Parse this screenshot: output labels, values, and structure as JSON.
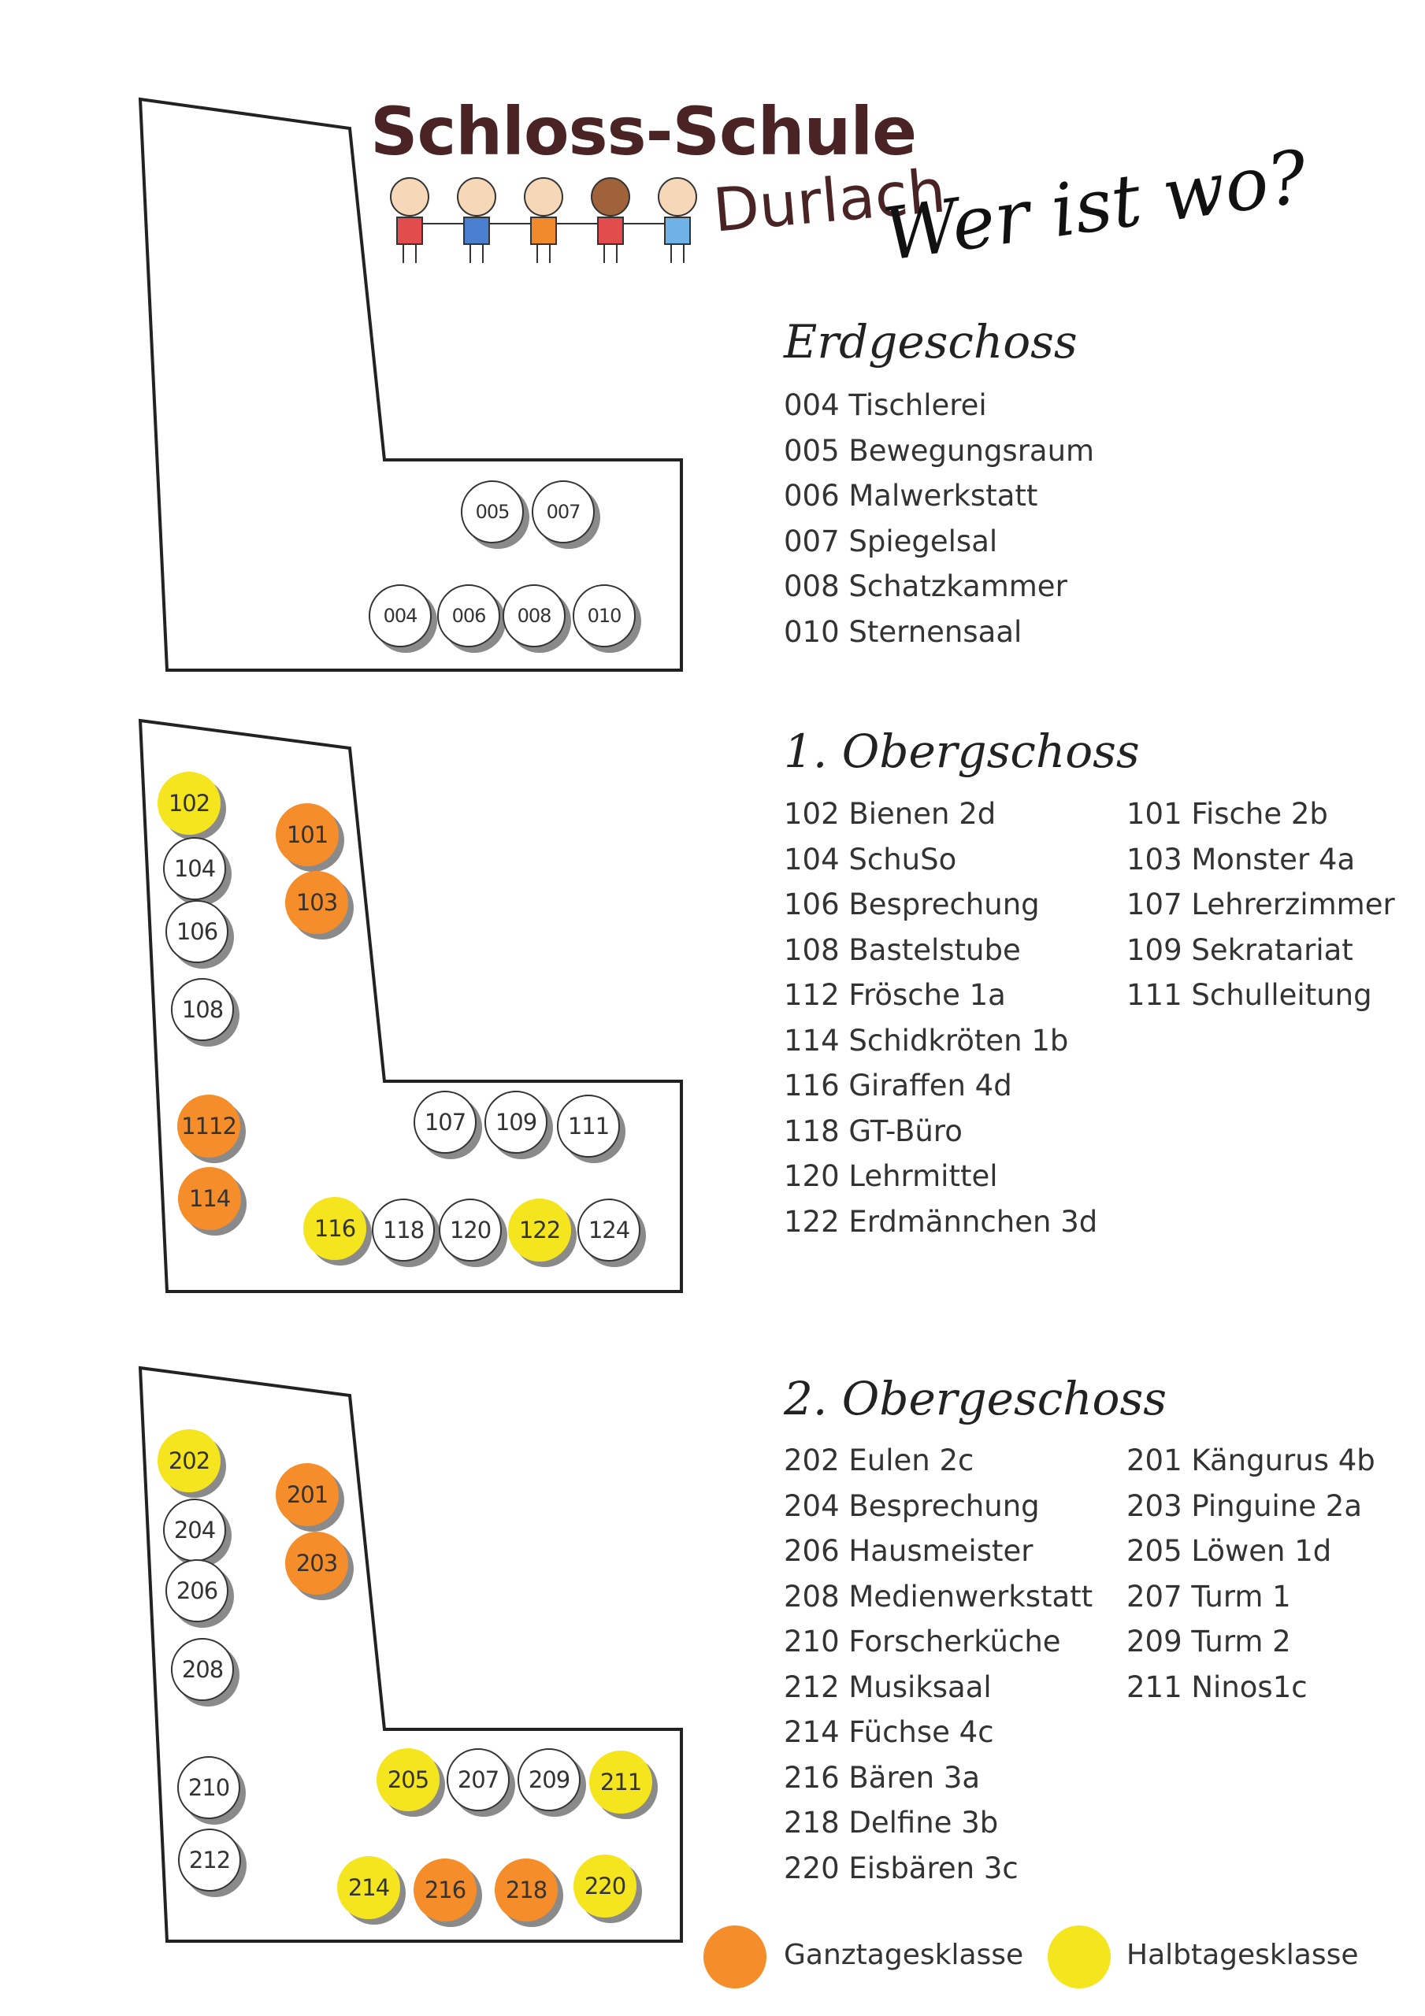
{
  "logo": {
    "title": "Schloss-Schule",
    "subtitle": "Durlach"
  },
  "headline": "Wer ist wo?",
  "colors": {
    "ganztag": "#f58d2a",
    "halbtag": "#f5e51f",
    "ink": "#222222"
  },
  "floors": [
    {
      "title": "Erdgeschoss",
      "list_left": [
        "004 Tischlerei",
        "005 Bewegungsraum",
        "006 Malwerkstatt",
        "007 Spiegelsal",
        "008 Schatzkammer",
        "010 Sternensaal"
      ],
      "list_right": [],
      "rooms": [
        {
          "n": "005",
          "t": "none"
        },
        {
          "n": "007",
          "t": "none"
        },
        {
          "n": "004",
          "t": "none"
        },
        {
          "n": "006",
          "t": "none"
        },
        {
          "n": "008",
          "t": "none"
        },
        {
          "n": "010",
          "t": "none"
        }
      ]
    },
    {
      "title": "1. Obergschoss",
      "list_left": [
        "102 Bienen 2d",
        "104 SchuSo",
        "106 Besprechung",
        "108 Bastelstube",
        "112 Frösche 1a",
        "114 Schidkröten 1b",
        "116 Giraffen 4d",
        "118 GT-Büro",
        "120 Lehrmittel",
        "122 Erdmännchen 3d"
      ],
      "list_right": [
        "101 Fische 2b",
        "103 Monster 4a",
        "107 Lehrerzimmer",
        "109 Sekratariat",
        "111 Schulleitung"
      ],
      "rooms": [
        {
          "n": "102",
          "t": "ht"
        },
        {
          "n": "104",
          "t": "none"
        },
        {
          "n": "106",
          "t": "none"
        },
        {
          "n": "108",
          "t": "none"
        },
        {
          "n": "101",
          "t": "gt"
        },
        {
          "n": "103",
          "t": "gt"
        },
        {
          "n": "1112",
          "t": "gt"
        },
        {
          "n": "114",
          "t": "gt"
        },
        {
          "n": "107",
          "t": "none"
        },
        {
          "n": "109",
          "t": "none"
        },
        {
          "n": "111",
          "t": "none"
        },
        {
          "n": "116",
          "t": "ht"
        },
        {
          "n": "118",
          "t": "none"
        },
        {
          "n": "120",
          "t": "none"
        },
        {
          "n": "122",
          "t": "ht"
        },
        {
          "n": "124",
          "t": "none"
        }
      ]
    },
    {
      "title": "2. Obergeschoss",
      "list_left": [
        "202 Eulen 2c",
        "204 Besprechung",
        "206 Hausmeister",
        "208 Medienwerkstatt",
        "210 Forscherküche",
        "212 Musiksaal",
        "214 Füchse 4c",
        "216 Bären 3a",
        "218 Delfine 3b",
        "220 Eisbären 3c"
      ],
      "list_right": [
        "201 Kängurus 4b",
        "203 Pinguine 2a",
        "205 Löwen 1d",
        "207 Turm 1",
        "209 Turm 2",
        "211 Ninos1c"
      ],
      "rooms": [
        {
          "n": "202",
          "t": "ht"
        },
        {
          "n": "204",
          "t": "none"
        },
        {
          "n": "206",
          "t": "none"
        },
        {
          "n": "208",
          "t": "none"
        },
        {
          "n": "201",
          "t": "gt"
        },
        {
          "n": "203",
          "t": "gt"
        },
        {
          "n": "210",
          "t": "none"
        },
        {
          "n": "212",
          "t": "none"
        },
        {
          "n": "205",
          "t": "ht"
        },
        {
          "n": "207",
          "t": "none"
        },
        {
          "n": "209",
          "t": "none"
        },
        {
          "n": "211",
          "t": "ht"
        },
        {
          "n": "214",
          "t": "ht"
        },
        {
          "n": "216",
          "t": "gt"
        },
        {
          "n": "218",
          "t": "gt"
        },
        {
          "n": "220",
          "t": "ht"
        }
      ]
    }
  ],
  "legend": {
    "ganztag": "Ganztagesklasse",
    "halbtag": "Halbtagesklasse"
  }
}
